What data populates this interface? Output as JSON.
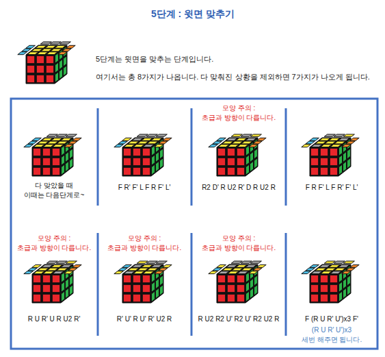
{
  "diagram": {
    "title": "5단계 : 윗면 맞추기",
    "labels": [
      "5단계는 윗면을 맞추는 단계입니다.",
      "여기서는 총 8가지가 나옵니다. 다 맞춰진 상황을 제외하면 7가지가 나오게 됩니다.",
      "다 맞았을 때",
      "이때는 다음단계로~",
      "F R' F' L F R F' L'",
      "모양 주의 :",
      "초급과 방향이 다릅니다.",
      "R2 D' R U2 R' D R U2 R",
      "F R F' L F R' F' L'",
      "모양 주의 :",
      "초급과 방향이 다릅니다.",
      "R U R' U R U2 R'",
      "모양 주의 :",
      "초급과 방향이 다릅니다.",
      "R' U' R U' R' U2 R",
      "모양 주의 :",
      "초급과 방향이 다릅니다.",
      "R U2 R2 U' R2 U' R2 U2 R",
      "F (R U R' U')x3 F'",
      "(R U R' U')x3",
      "세번 해주면 됩니다."
    ]
  }
}
